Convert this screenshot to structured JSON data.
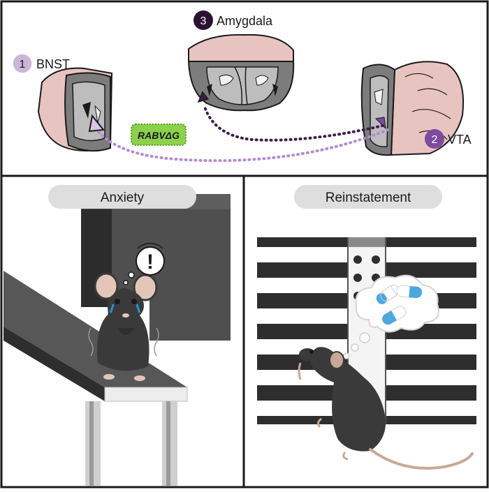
{
  "top_panel": {
    "regions": [
      {
        "number": "1",
        "name": "BNST"
      },
      {
        "number": "2",
        "name": "VTA"
      },
      {
        "number": "3",
        "name": "Amygdala"
      }
    ],
    "virus_label": "RABVΔG"
  },
  "bottom_left": {
    "title": "Anxiety",
    "thought_symbol": "!"
  },
  "bottom_right": {
    "title": "Reinstatement"
  },
  "colors": {
    "outline": "#1a1a1a",
    "brain_pink": "#e8c4c0",
    "brain_gray": "#7c7c7c",
    "region_1_badge": "#cbb6da",
    "region_2_badge": "#7c4a9e",
    "region_3_badge": "#2a1233",
    "trace_light": "#b48ad6",
    "trace_dark": "#3b1d4a",
    "virus_green": "#8bd14a",
    "pill_blue": "#4aa8e0"
  }
}
